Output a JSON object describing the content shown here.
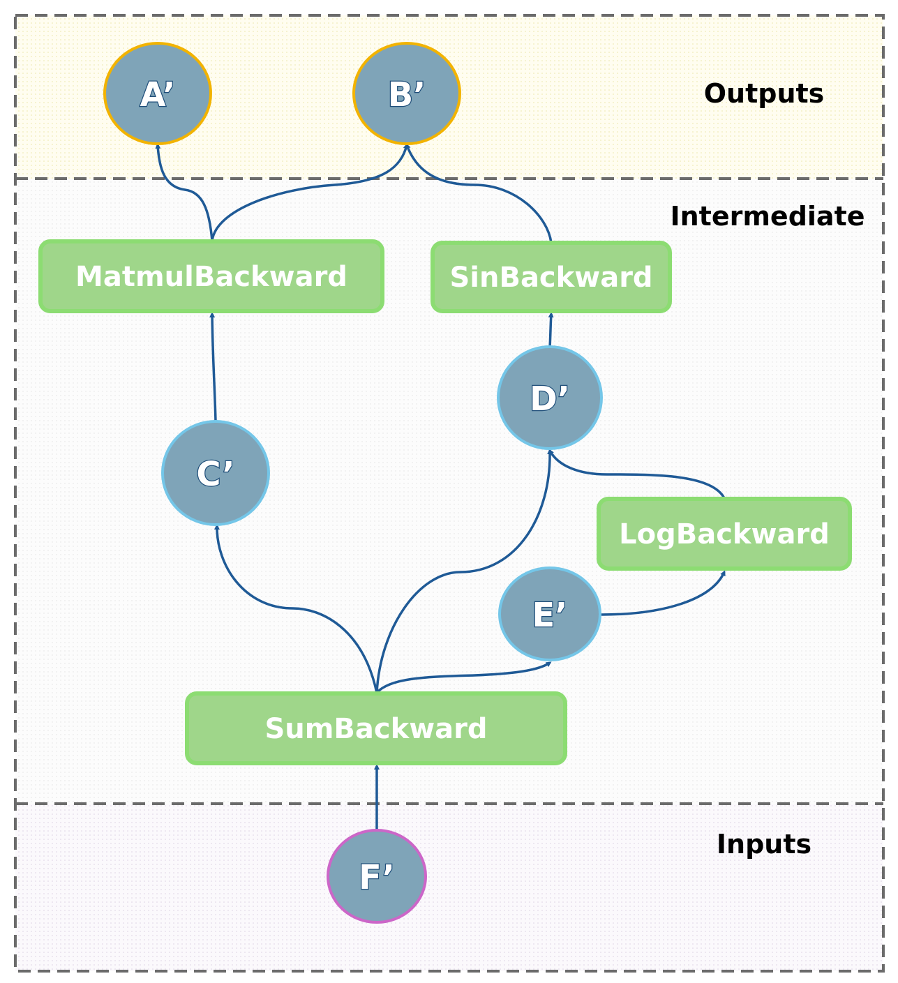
{
  "regions": {
    "outputs_label": "Outputs",
    "intermediate_label": "Intermediate",
    "inputs_label": "Inputs"
  },
  "nodes": {
    "a": "A’",
    "b": "B’",
    "c": "C’",
    "d": "D’",
    "e": "E’",
    "f": "F’"
  },
  "ops": {
    "matmul": "MatmulBackward",
    "sin": "SinBackward",
    "log": "LogBackward",
    "sum": "SumBackward"
  },
  "colors": {
    "node_fill": "#7fa4b8",
    "output_border": "#f2b300",
    "intermediate_border": "#74c6e8",
    "input_border": "#cc66c8",
    "op_fill": "#9fd68a",
    "op_border": "#8cdc72",
    "edge": "#1f5a96",
    "region_border": "#6b6b6b",
    "outputs_bg": "#fffce8",
    "intermediate_bg": "#fbfbfb",
    "inputs_bg": "#f8f5fa"
  }
}
